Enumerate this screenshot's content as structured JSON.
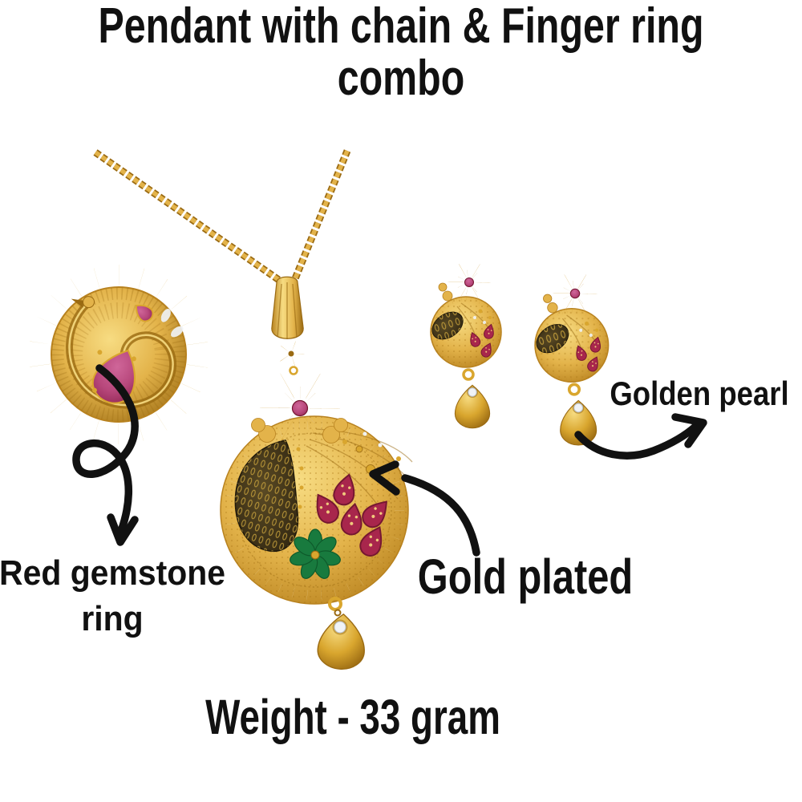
{
  "title": {
    "line1": "Pendant with chain & Finger ring",
    "line2": "combo"
  },
  "annotations": {
    "red_gemstone_ring": "Red gemstone ring",
    "gold_plated": "Gold plated",
    "golden_pearl": "Golden pearl",
    "weight": "Weight - 33 gram"
  },
  "icons": {
    "ring_arrow": "hand-drawn-loop-arrow",
    "pendant_arrow": "hand-drawn-curved-arrow",
    "pearl_arrow": "hand-drawn-curved-arrow"
  },
  "colors": {
    "bg": "#FFFFFF",
    "ink": "#111111",
    "gold-hi": "#F7DC82",
    "gold": "#E3B34A",
    "gold-mid": "#D9A62E",
    "gold-dark": "#B8821F",
    "gold-deep": "#9A6A12",
    "antique-dark": "#2E2410",
    "antique-mid": "#5A4A24",
    "enamel-red": "#A8264C",
    "enamel-red-dark": "#751731",
    "enamel-green": "#187A3E",
    "enamel-green-dark": "#0E5A2B",
    "gem-pink": "#B8487C",
    "gem-pink-light": "#CF6699",
    "gem-pink-dark": "#8E2450",
    "stone-white": "#F0F3F7",
    "stone-gray": "#B9C2CC"
  }
}
